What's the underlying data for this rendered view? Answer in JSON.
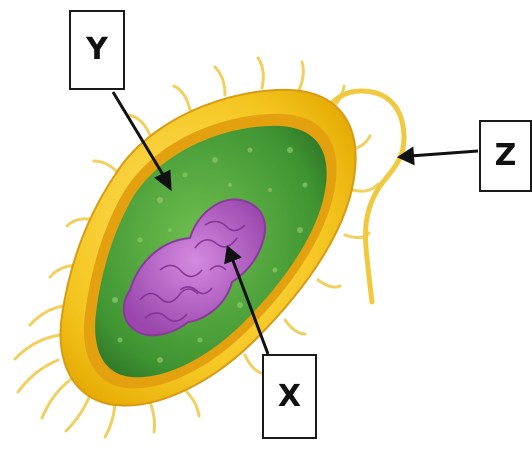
{
  "labels": {
    "y": "Y",
    "z": "Z",
    "x": "X"
  },
  "colors": {
    "capsule": "#f2c21b",
    "capsule_edge": "#e0a500",
    "cell_wall": "#d89a12",
    "cytoplasm": "#4fa13a",
    "cytoplasm_dark": "#2f7a26",
    "nucleoid": "#b05cc0",
    "nucleoid_dark": "#7d2f8f",
    "flagellum": "#f3cf4c",
    "arrow": "#111111"
  }
}
